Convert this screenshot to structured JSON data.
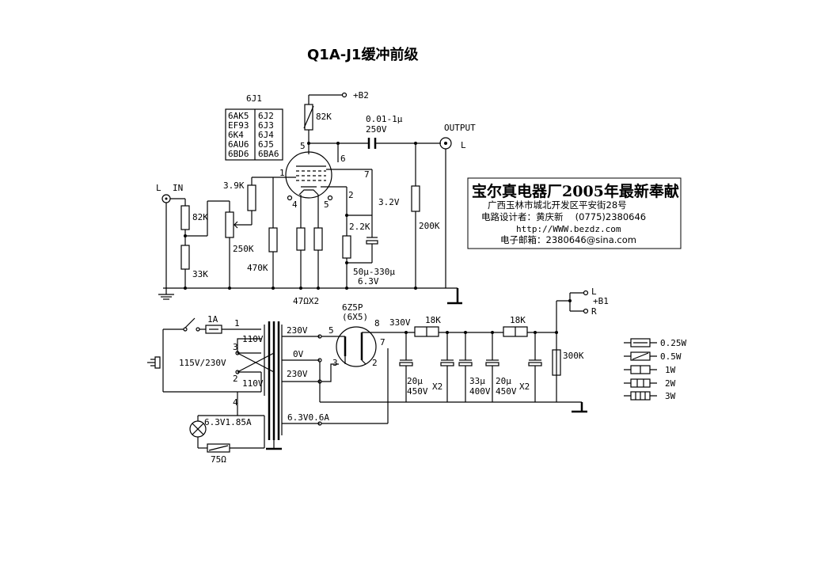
{
  "title": "Q1A-J1缓冲前级",
  "tube_family": {
    "header": "6J1",
    "left": [
      "6AK5",
      "EF93",
      "6K4",
      "6AU6",
      "6BD6"
    ],
    "right": [
      "6J2",
      "6J3",
      "6J4",
      "6J5",
      "6BA6"
    ]
  },
  "preamp": {
    "b2": "+B2",
    "r_plate": "82K",
    "coupling_cap": "0.01-1μ",
    "coupling_cap_v": "250V",
    "output": "OUTPUT",
    "output_ch": "L",
    "r_out": "200K",
    "input": "IN",
    "input_ch": "L",
    "r_in_top": "82K",
    "r_in_bot": "33K",
    "r_39k": "3.9K",
    "pot": "250K",
    "r_470k": "470K",
    "r_heater": "47ΩX2",
    "r_cathode": "2.2K",
    "cathode_cap": "50μ-330μ",
    "cathode_cap_v": "6.3V",
    "v_cathode": "3.2V",
    "pins": {
      "p1": "1",
      "p2": "2",
      "p4": "4",
      "p5": "5",
      "p6": "6",
      "p7": "7"
    }
  },
  "psu": {
    "fuse": "1A",
    "mains": "115V/230V",
    "pri1": "110V",
    "pri2": "110V",
    "sec_hv1": "230V",
    "sec_ct": "0V",
    "sec_hv2": "230V",
    "lamp": "6.3V1.85A",
    "r_lamp": "75Ω",
    "heater": "6.3V0.6A",
    "rect": "6Z5P",
    "rect_alt": "(6X5)",
    "rect_v": "330V",
    "r_18k_1": "18K",
    "r_18k_2": "18K",
    "r_bleed": "300K",
    "c1": "20μ",
    "c1_v": "450V",
    "c1_x": "X2",
    "c2": "33μ",
    "c2_v": "400V",
    "c3": "20μ",
    "c3_v": "450V",
    "c3_x": "X2",
    "out_l": "L",
    "out_b1": "+B1",
    "out_r": "R",
    "pins": {
      "t1": "1",
      "t2": "2",
      "t3": "3",
      "t4": "4",
      "r2": "2",
      "r3": "3",
      "r5": "5",
      "r7": "7",
      "r8": "8"
    }
  },
  "legend": [
    "0.25W",
    "0.5W",
    "1W",
    "2W",
    "3W"
  ],
  "info": {
    "company": "宝尔真电器厂2005年最新奉献",
    "address": "广西玉林市城北开发区平安街28号",
    "designer": "电路设计者：黄庆新　 (0775)2380646",
    "web": "http://WWW.bezdz.com",
    "email": "电子邮箱：2380646@sina.com"
  }
}
